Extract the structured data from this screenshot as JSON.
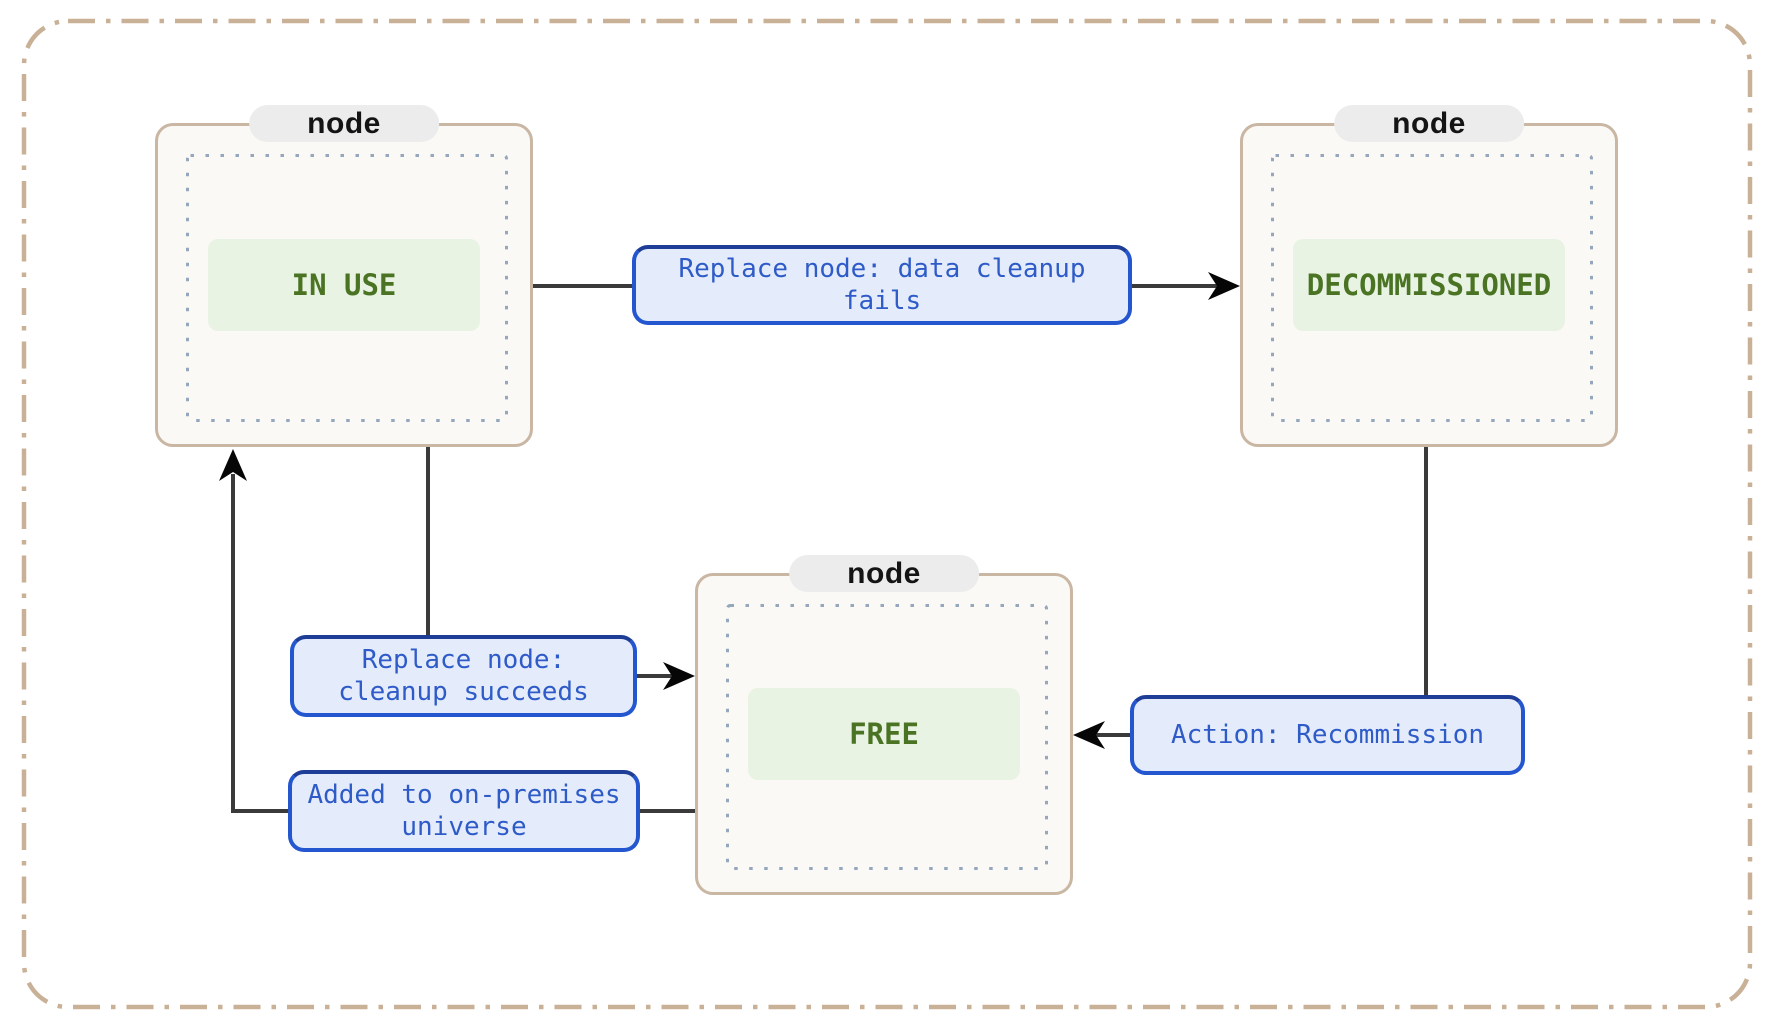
{
  "diagram": {
    "nodes": [
      {
        "badge": "node",
        "state": "IN USE"
      },
      {
        "badge": "node",
        "state": "DECOMMISSIONED"
      },
      {
        "badge": "node",
        "state": "FREE"
      }
    ],
    "edges": [
      {
        "from": "IN USE",
        "to": "DECOMMISSIONED",
        "label": "Replace node: data cleanup fails"
      },
      {
        "from": "IN USE",
        "to": "FREE",
        "label": "Replace node: cleanup succeeds"
      },
      {
        "from": "FREE",
        "to": "IN USE",
        "label": "Added to on-premises universe"
      },
      {
        "from": "DECOMMISSIONED",
        "to": "FREE",
        "label": "Action: Recommission"
      }
    ],
    "colors": {
      "state_text": "#4a7423",
      "state_bg": "#e9f3e3",
      "label_text": "#2e5bc7",
      "label_border": "#2456cf",
      "label_bg": "#e4ecfb",
      "node_border": "#c9b6a3",
      "node_bg": "#faf9f5",
      "outer_border": "#c9b197",
      "badge_bg": "#ececec",
      "dots": "#94a7bc",
      "line": "#3a3a3a"
    }
  }
}
